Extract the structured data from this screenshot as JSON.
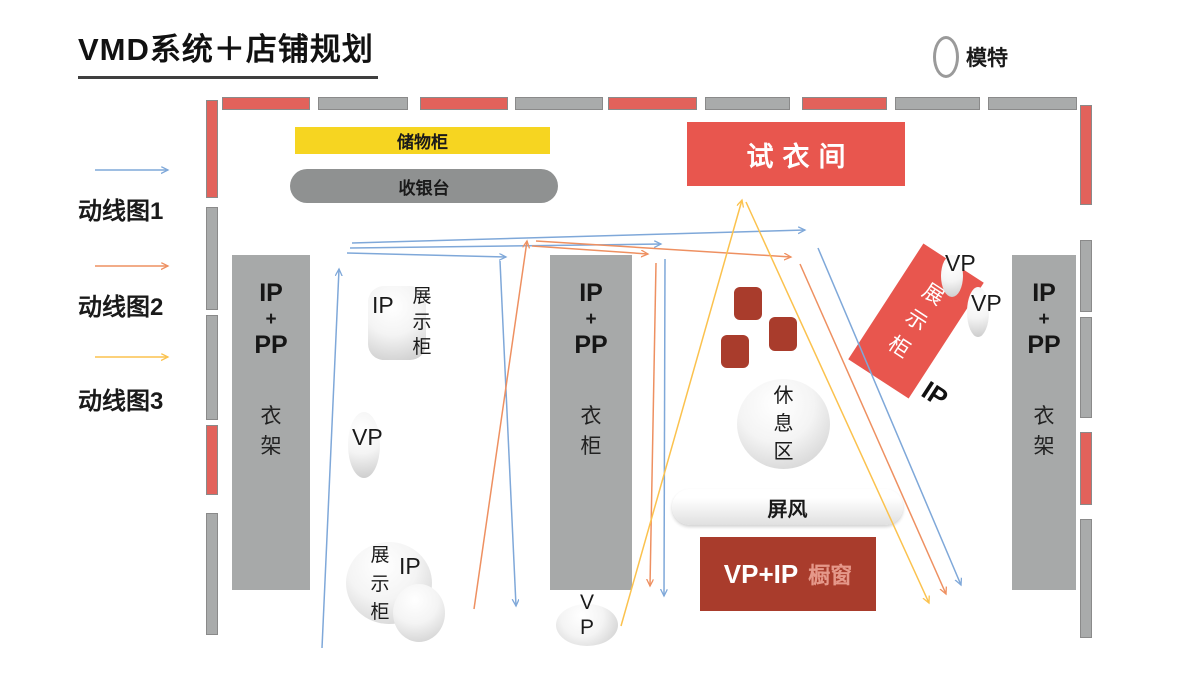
{
  "title": "VMD系统＋店铺规划",
  "model_legend": {
    "label": "模特"
  },
  "flow_legend": [
    {
      "label": "动线图1",
      "color_key": "blue"
    },
    {
      "label": "动线图2",
      "color_key": "orange"
    },
    {
      "label": "动线图3",
      "color_key": "yellow"
    }
  ],
  "palette": {
    "blue": "#7fa8d9",
    "orange": "#ee9061",
    "yellow": "#fbc24e",
    "wall_red": "#e2625b",
    "wall_gray": "#a9abab",
    "salmon": "#e8564e",
    "brick": "#a93c2c",
    "gold": "#f6d521",
    "cashier_gray": "#8f9191",
    "column_gray": "#a7a9a9",
    "window_cn_text": "#e5988a"
  },
  "store": {
    "storage_label": "储物柜",
    "cashier_label": "收银台",
    "fitting_room_label": "试衣间",
    "racks": [
      {
        "ip": "IP",
        "plus": "+",
        "pp": "PP",
        "label": "衣架"
      },
      {
        "ip": "IP",
        "plus": "+",
        "pp": "PP",
        "label": "衣柜"
      },
      {
        "ip": "IP",
        "plus": "+",
        "pp": "PP",
        "label": "衣架"
      }
    ],
    "display_case_top_left": {
      "ip": "IP",
      "label": "展示柜"
    },
    "vp_left": "VP",
    "display_case_bottom_left": {
      "ip": "IP",
      "label": "展示柜"
    },
    "vp_center": "VP",
    "rest_area": "休息区",
    "screen": "屏风",
    "show_window": {
      "en": "VP+IP",
      "cn": "橱窗"
    },
    "display_case_right": {
      "label": "展示柜",
      "ip": "IP"
    },
    "vp_right_top": "VP",
    "vp_right_bottom": "VP"
  }
}
